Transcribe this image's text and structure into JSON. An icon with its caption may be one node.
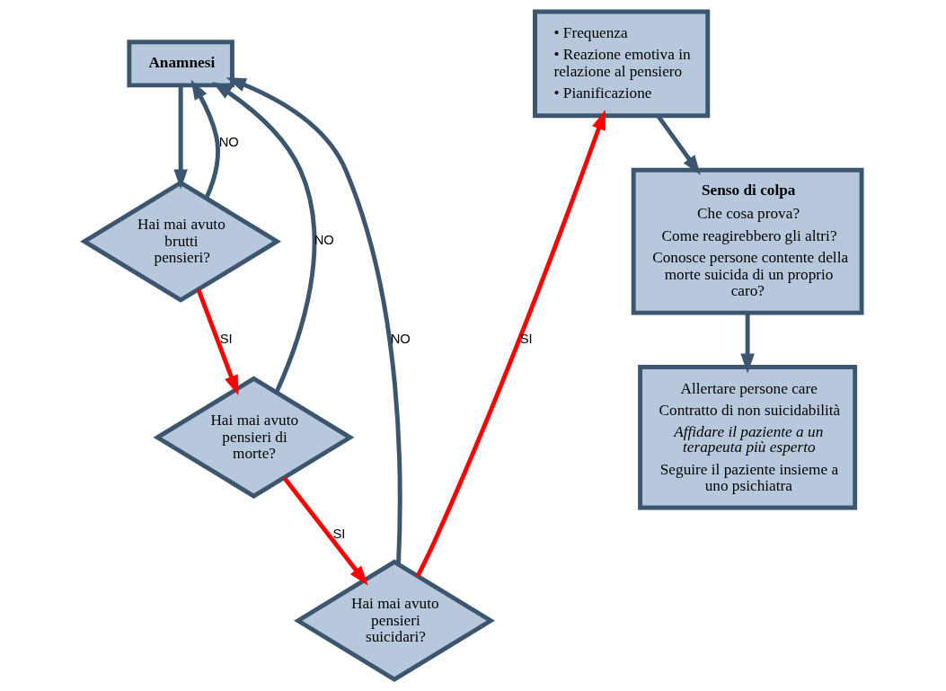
{
  "diagram": {
    "nodes": [
      {
        "text": [
          "Anamnesi"
        ]
      },
      {
        "text": [
          "Hai mai avuto brutti pensieri?"
        ]
      },
      {
        "text": [
          "Hai mai avuto pensieri di morte?"
        ]
      },
      {
        "text": [
          "Hai mai avuto pensieri suicidari?"
        ]
      },
      {
        "text": [
          "• Frequenza",
          "• Reazione emotiva in relazione al pensiero",
          "• Pianificazione"
        ]
      },
      {
        "text": [
          "Senso di colpa",
          "Che cosa prova?",
          "Come reagirebbero gli altri?",
          "Conosce persone contente della morte suicida di un proprio caro?"
        ]
      },
      {
        "text": [
          "Allertare persone care",
          "Contratto di non suicidabilità",
          "Affidare il paziente a un terapeuta più esperto",
          "Seguire il paziente insieme a uno psichiatra"
        ]
      }
    ],
    "edges": [
      {
        "from": 0,
        "to": 1,
        "arrow": "to"
      },
      {
        "from": 1,
        "to": 0,
        "arrow": "to",
        "label": "NO"
      },
      {
        "from": 1,
        "to": 2,
        "arrow": "to",
        "label": "SI",
        "color": "#ff0000"
      },
      {
        "from": 2,
        "to": 0,
        "arrow": "to",
        "label": "NO"
      },
      {
        "from": 2,
        "to": 3,
        "arrow": "to",
        "label": "SI",
        "color": "#ff0000"
      },
      {
        "from": 3,
        "to": 0,
        "arrow": "to",
        "label": "NO"
      },
      {
        "from": 3,
        "to": 4,
        "arrow": "to",
        "label": "SI",
        "color": "#ff0000"
      },
      {
        "from": 4,
        "to": 5,
        "arrow": "to"
      },
      {
        "from": 5,
        "to": 6,
        "arrow": "to"
      }
    ]
  }
}
